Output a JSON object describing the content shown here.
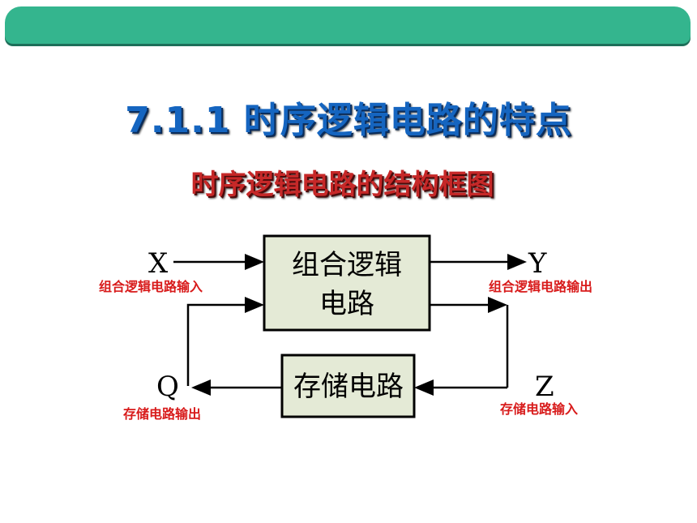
{
  "slide": {
    "title": "7.1.1 时序逻辑电路的特点",
    "subtitle": "时序逻辑电路的结构框图"
  },
  "diagram": {
    "combinational_block": {
      "line1": "组合逻辑",
      "line2": "电路"
    },
    "storage_block": {
      "label": "存储电路"
    },
    "signals": {
      "x": "X",
      "y": "Y",
      "q": "Q",
      "z": "Z"
    },
    "annotations": {
      "x_desc": "组合逻辑电路输入",
      "y_desc": "组合逻辑电路输出",
      "q_desc": "存储电路输出",
      "z_desc": "存储电路输入"
    },
    "colors": {
      "banner": "#34b58e",
      "title": "#1565c0",
      "subtitle": "#c62828",
      "block_fill": "#e4ead6",
      "annotation": "#d81b1b"
    }
  }
}
